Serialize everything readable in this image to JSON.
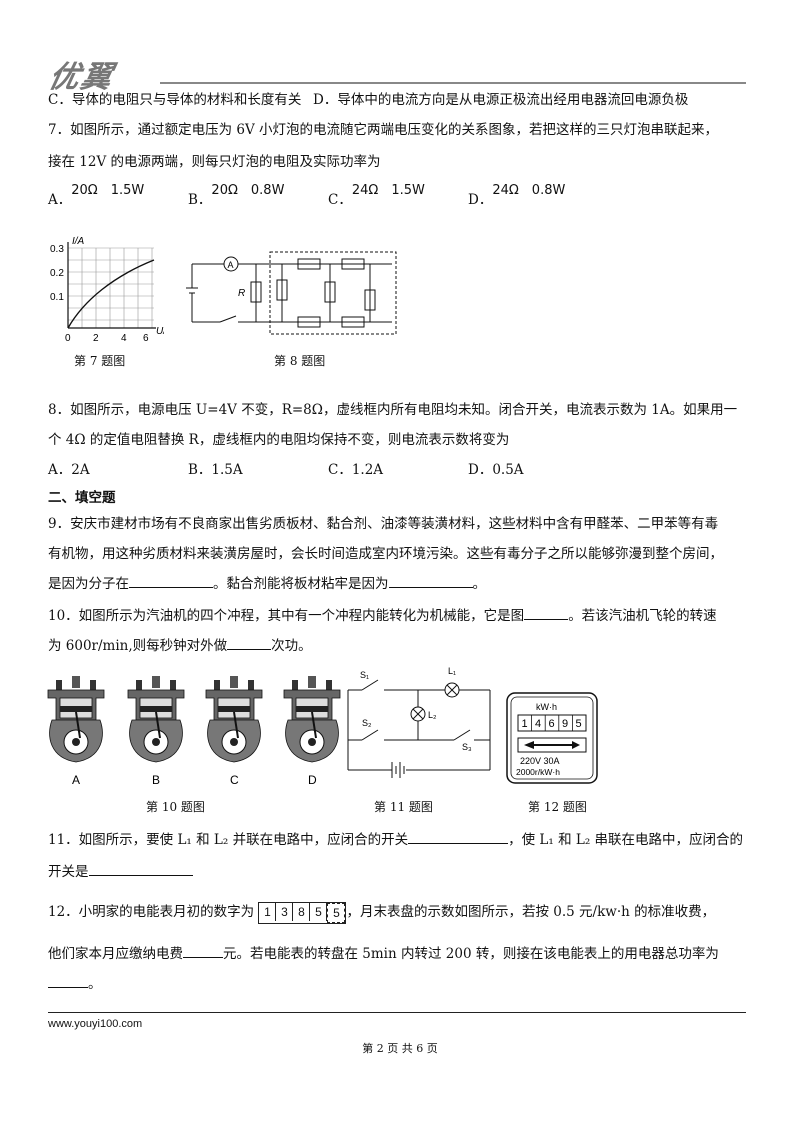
{
  "header": {
    "logo": "优翼"
  },
  "q6": {
    "option_c": "C．导体的电阻只与导体的材料和长度有关",
    "option_d": "D．导体中的电流方向是从电源正极流出经用电器流回电源负极"
  },
  "q7": {
    "line1": "7．如图所示，通过额定电压为 6V 小灯泡的电流随它两端电压变化的关系图象，若把这样的三只灯泡串联起来，",
    "line2": "接在 12V 的电源两端，则每只灯泡的电阻及实际功率为",
    "options": [
      {
        "letter": "A．",
        "value": "20Ω　1.5W"
      },
      {
        "letter": "B．",
        "value": "20Ω　0.8W"
      },
      {
        "letter": "C．",
        "value": "24Ω　1.5W"
      },
      {
        "letter": "D．",
        "value": "24Ω　0.8W"
      }
    ]
  },
  "fig7": {
    "ylabel": "I/A",
    "xlabel": "U/V",
    "yticks": [
      "0.3",
      "0.2",
      "0.1"
    ],
    "xticks": [
      "0",
      "2",
      "4",
      "6"
    ],
    "caption": "第 7 题图"
  },
  "fig8": {
    "meter": "A",
    "resistor": "R",
    "caption": "第 8 题图"
  },
  "q8": {
    "line1": "8．如图所示，电源电压 U=4V 不变，R=8Ω，虚线框内所有电阻均未知。闭合开关，电流表示数为 1A。如果用一",
    "line2": "个 4Ω 的定值电阻替换 R，虚线框内的电阻均保持不变，则电流表示数将变为",
    "options": [
      "A．2A",
      "B．1.5A",
      "C．1.2A",
      "D．0.5A"
    ]
  },
  "section2": {
    "title": "二、填空题"
  },
  "q9": {
    "line1": "9．安庆市建材市场有不良商家出售劣质板材、黏合剂、油漆等装潢材料，这些材料中含有甲醛苯、二甲苯等有毒",
    "line2": "有机物，用这种劣质材料来装潢房屋时，会长时间造成室内环境污染。这些有毒分子之所以能够弥漫到整个房间，",
    "line3a": "是因为分子在",
    "line3b": "。黏合剂能将板材粘牢是因为",
    "line3c": "。"
  },
  "q10": {
    "line1a": "10．如图所示为汽油机的四个冲程，其中有一个冲程内能转化为机械能，它是图",
    "line1b": "。若该汽油机飞轮的转速",
    "line2a": "为 600r/min,则每秒钟对外做",
    "line2b": "次功。"
  },
  "fig10": {
    "labels": [
      "A",
      "B",
      "C",
      "D"
    ],
    "caption": "第 10 题图"
  },
  "fig11": {
    "s1": "S₁",
    "s2": "S₂",
    "s3": "S₃",
    "l1": "L₁",
    "l2": "L₂",
    "caption": "第 11 题图"
  },
  "fig12": {
    "unit": "kW·h",
    "digits": [
      "1",
      "4",
      "6",
      "9",
      "5"
    ],
    "rating": "220V 30A",
    "rev": "2000r/kW·h",
    "caption": "第 12 题图"
  },
  "q11": {
    "line1a": "11．如图所示，要使 L₁ 和 L₂ 并联在电路中，应闭合的开关",
    "line1b": "，使 L₁ 和 L₂ 串联在电路中，应闭合的",
    "line2": "开关是"
  },
  "q12": {
    "line1a": "12．小明家的电能表月初的数字为",
    "start_digits": [
      "1",
      "3",
      "8",
      "5",
      "5"
    ],
    "line1b": "，月末表盘的示数如图所示，若按 0.5 元/kw·h 的标准收费，",
    "line2a": "他们家本月应缴纳电费",
    "line2b": "元。若电能表的转盘在 5min 内转过 200 转，则接在该电能表上的用电器总功率为",
    "line3": "。"
  },
  "footer": {
    "url": "www.youyi100.com",
    "page": "第 2 页 共 6 页"
  }
}
